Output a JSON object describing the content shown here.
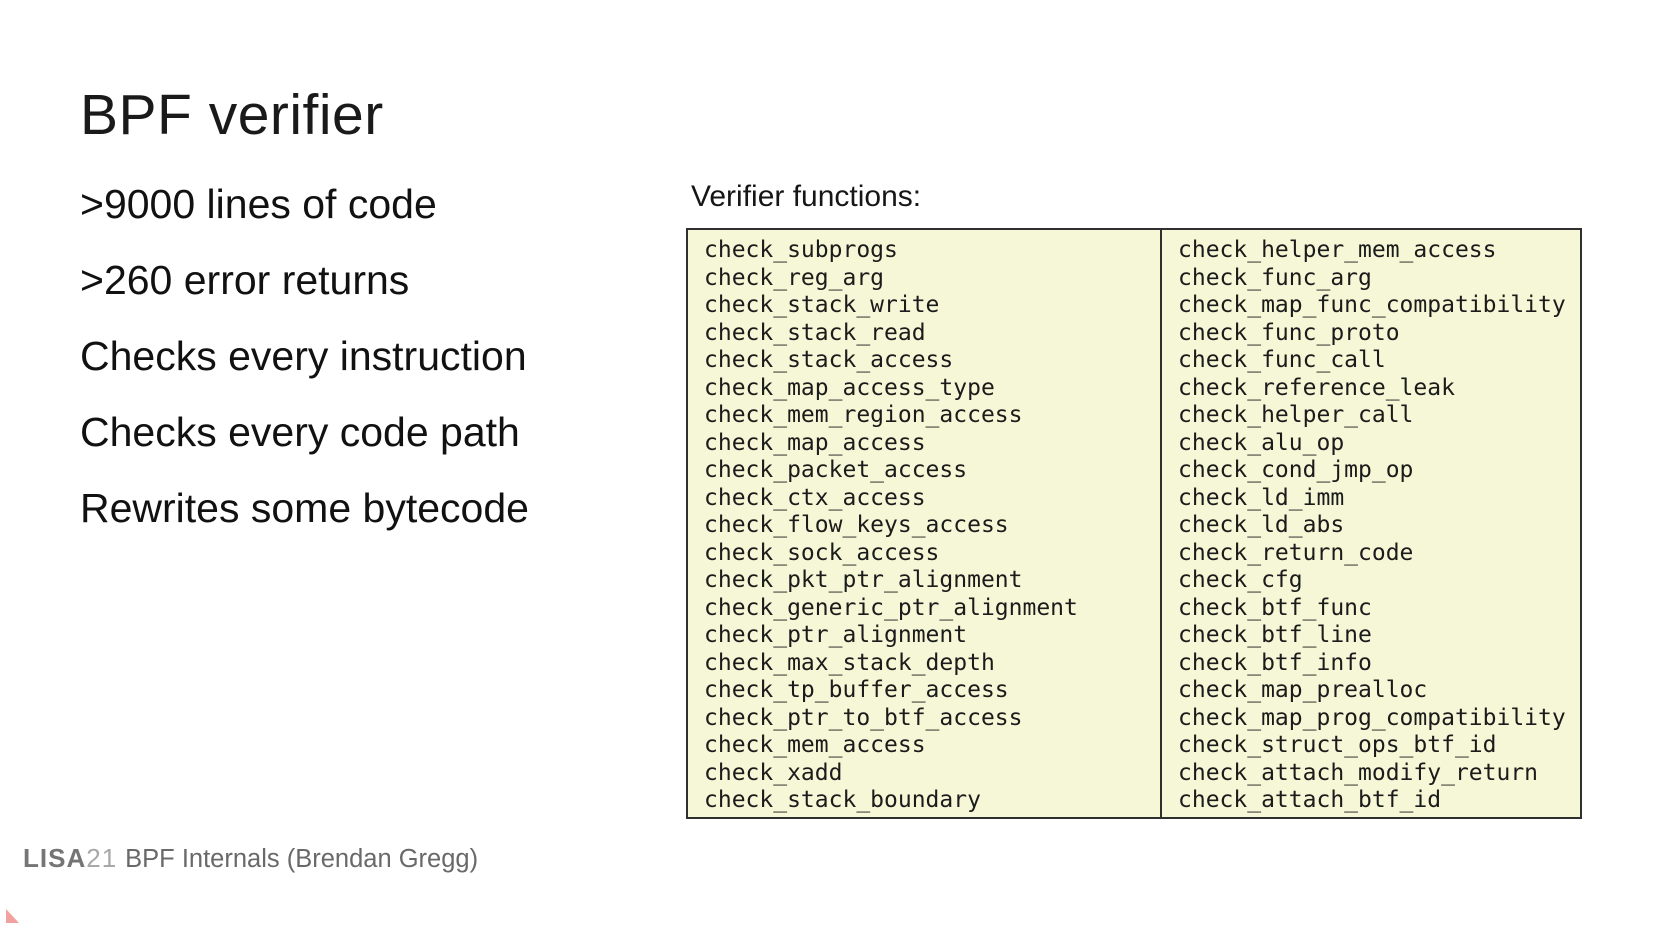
{
  "slide": {
    "title": "BPF verifier",
    "bullets": [
      ">9000 lines of code",
      ">260 error returns",
      "Checks every instruction",
      "Checks every code path",
      "Rewrites some bytecode"
    ],
    "panel": {
      "label": "Verifier functions:",
      "left_column": [
        "check_subprogs",
        "check_reg_arg",
        "check_stack_write",
        "check_stack_read",
        "check_stack_access",
        "check_map_access_type",
        "check_mem_region_access",
        "check_map_access",
        "check_packet_access",
        "check_ctx_access",
        "check_flow_keys_access",
        "check_sock_access",
        "check_pkt_ptr_alignment",
        "check_generic_ptr_alignment",
        "check_ptr_alignment",
        "check_max_stack_depth",
        "check_tp_buffer_access",
        "check_ptr_to_btf_access",
        "check_mem_access",
        "check_xadd",
        "check_stack_boundary"
      ],
      "right_column": [
        "check_helper_mem_access",
        "check_func_arg",
        "check_map_func_compatibility",
        "check_func_proto",
        "check_func_call",
        "check_reference_leak",
        "check_helper_call",
        "check_alu_op",
        "check_cond_jmp_op",
        "check_ld_imm",
        "check_ld_abs",
        "check_return_code",
        "check_cfg",
        "check_btf_func",
        "check_btf_line",
        "check_btf_info",
        "check_map_prealloc",
        "check_map_prog_compatibility",
        "check_struct_ops_btf_id",
        "check_attach_modify_return",
        "check_attach_btf_id"
      ]
    },
    "footer": {
      "conference": "LISA",
      "year": "21",
      "text": "BPF Internals (Brendan Gregg)"
    },
    "colors": {
      "panel_background": "#f5f7d6",
      "panel_border": "#2f2f2f",
      "footer_gray": "#696969",
      "footer_year_gray": "#a8a8a8",
      "logo_triangle_pink": "#f2a1a1"
    }
  }
}
